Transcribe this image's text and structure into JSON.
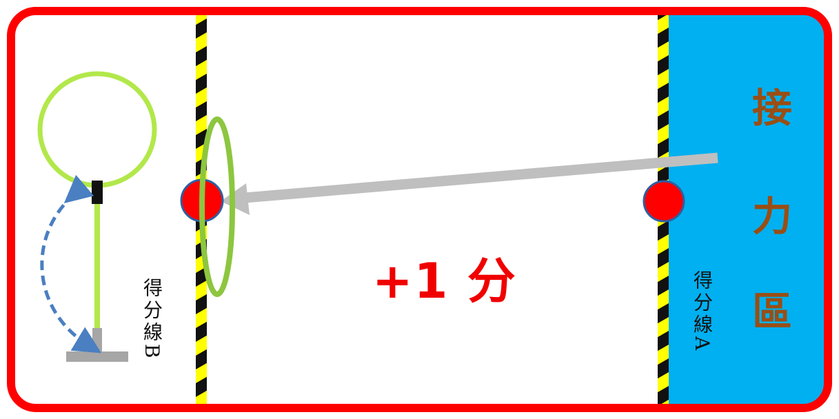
{
  "score_line_b": {
    "text": "得分線B"
  },
  "score_line_a": {
    "text": "得分線A"
  },
  "score_text": "+1 分",
  "relay_zone": {
    "chars": [
      "接",
      "力",
      "區"
    ]
  },
  "colors": {
    "border": "#ff0000",
    "relay_zone_fill": "#00b0f0",
    "ring": "#8dc63f",
    "hoop_stand": "#b2e84a",
    "arrow": "#bfbfbf",
    "marker_fill": "#ff0000",
    "marker_stroke": "#2e5fa3",
    "swing_arrow": "#4a7fc1",
    "stand_base": "#a6a6a6"
  }
}
